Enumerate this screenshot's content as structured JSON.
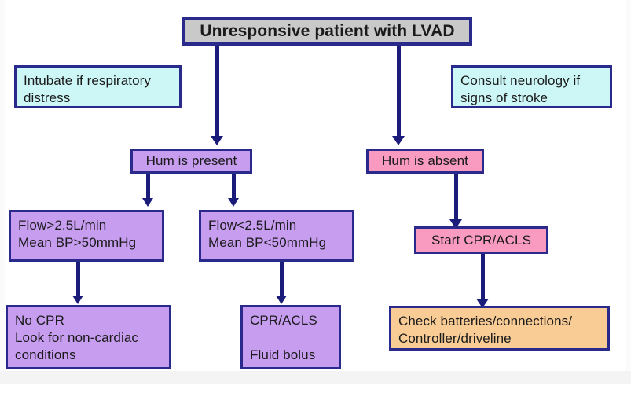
{
  "diagram": {
    "title": "Unresponsive patient with LVAD",
    "colors": {
      "border": "#2a2a8c",
      "connector": "#1b1b7a",
      "cyan": "#cdf7f7",
      "purple": "#c79df0",
      "pink": "#f99bc0",
      "orange": "#f9cc96",
      "grey": "#c9c9c9"
    },
    "nodes": {
      "root": "Unresponsive patient with LVAD",
      "intubate": "Intubate if respiratory\ndistress",
      "neurology": "Consult neurology if\nsigns of stroke",
      "hum_present": "Hum is present",
      "hum_absent": "Hum is absent",
      "flow_high": "Flow>2.5L/min\nMean BP>50mmHg",
      "flow_low": "Flow<2.5L/min\nMean BP<50mmHg",
      "start_cpr": "Start CPR/ACLS",
      "no_cpr": "No CPR\nLook for non-cardiac\nconditions",
      "cpr_acls": "CPR/ACLS\n\nFluid bolus",
      "check_batteries": "Check batteries/connections/\nController/driveline"
    }
  }
}
